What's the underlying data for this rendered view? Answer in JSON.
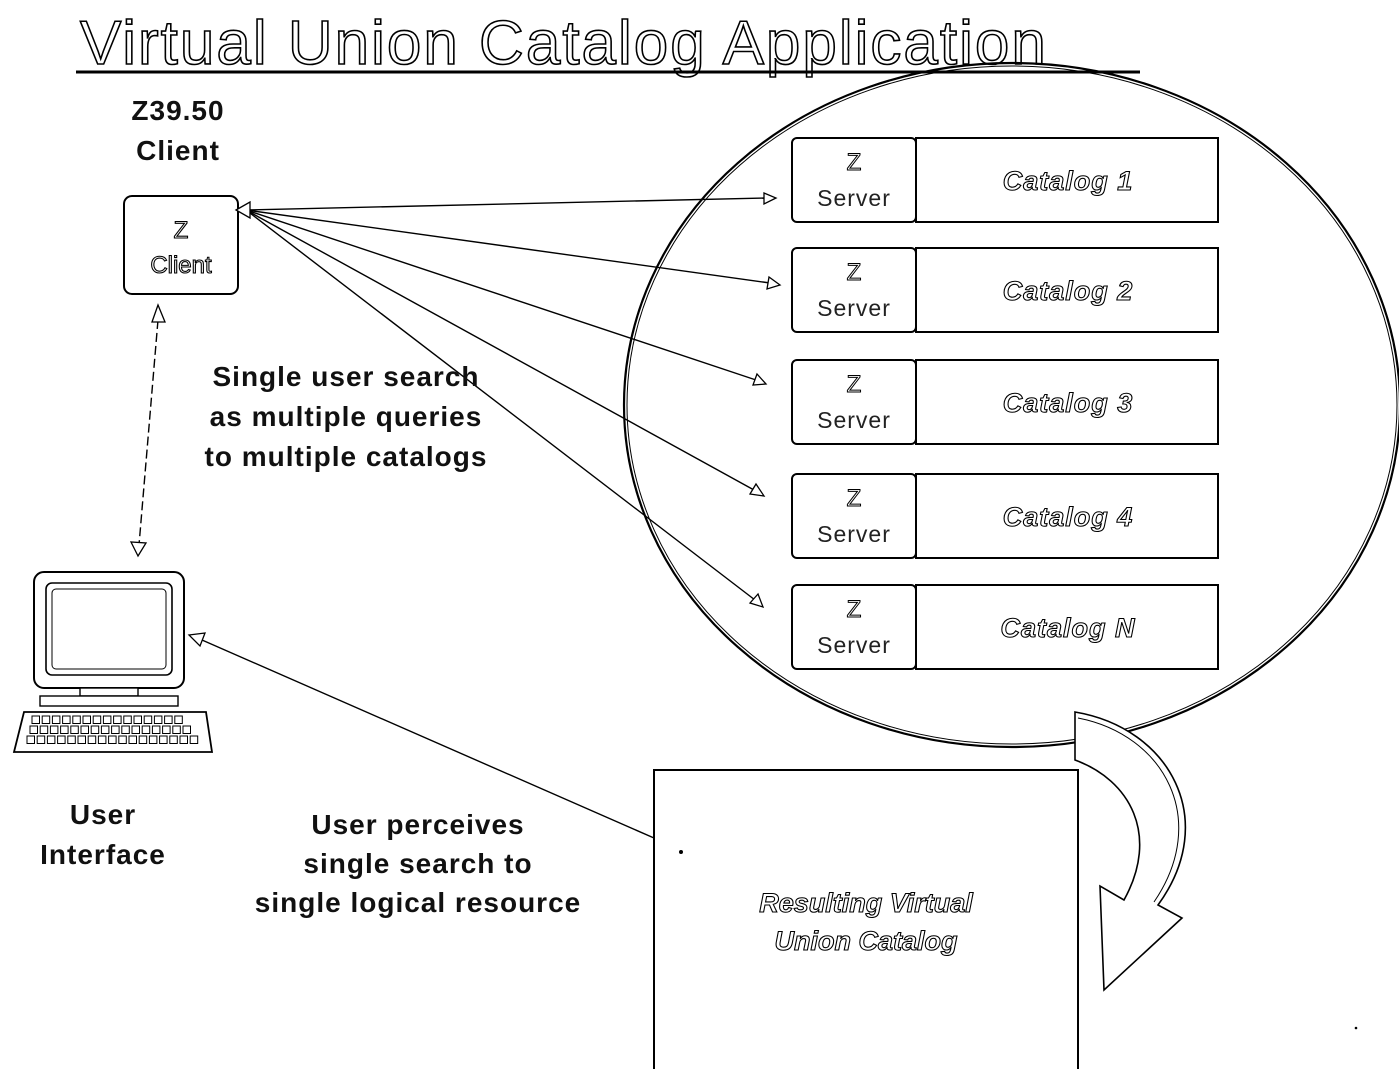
{
  "title": "Virtual Union Catalog Application",
  "client_caption": [
    "Z39.50",
    "Client"
  ],
  "client_box": [
    "Z",
    "Client"
  ],
  "server_box": {
    "z": "Z",
    "server": "Server"
  },
  "catalogs": [
    "Catalog 1",
    "Catalog 2",
    "Catalog 3",
    "Catalog 4",
    "Catalog N"
  ],
  "search_note": [
    "Single user search",
    "as multiple queries",
    "to multiple catalogs"
  ],
  "user_interface": [
    "User",
    "Interface"
  ],
  "perceive_note": [
    "User perceives",
    "single search to",
    "single logical resource"
  ],
  "result": [
    "Resulting Virtual",
    "Union Catalog"
  ]
}
